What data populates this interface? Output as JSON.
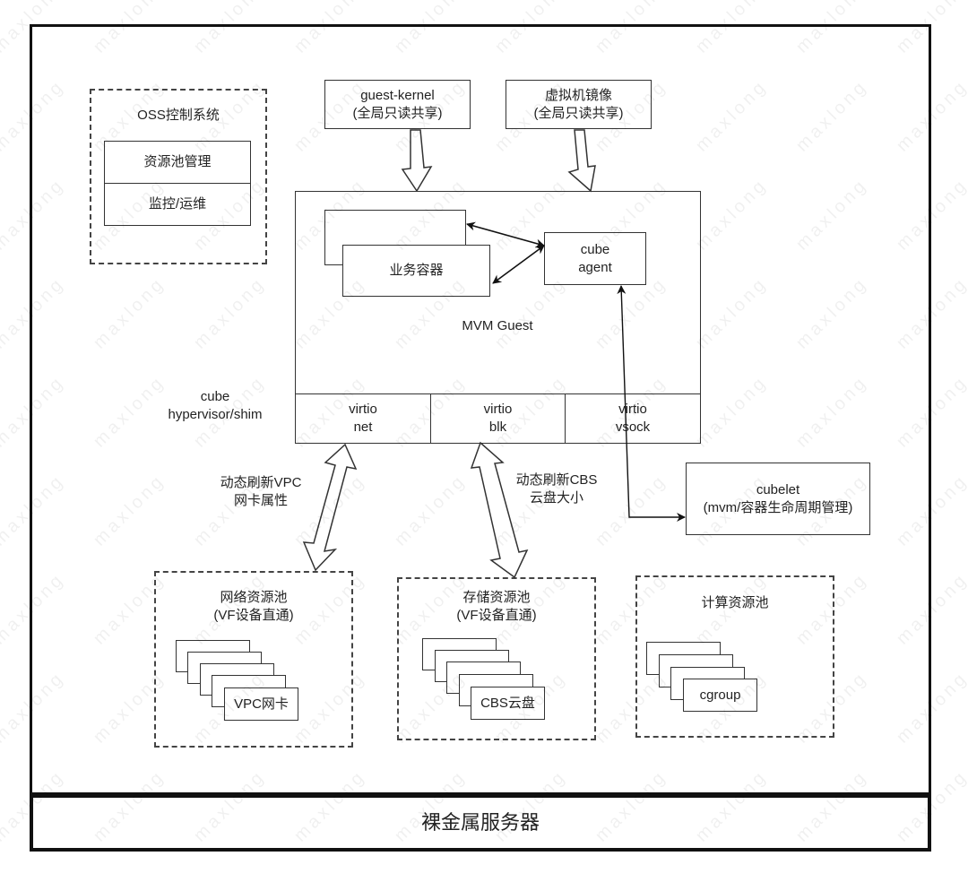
{
  "watermark": "maxlong",
  "oss": {
    "title": "OSS控制系统",
    "items": [
      "资源池管理",
      "监控/运维"
    ]
  },
  "guest_kernel": {
    "line1": "guest-kernel",
    "line2": "(全局只读共享)"
  },
  "vm_image": {
    "line1": "虚拟机镜像",
    "line2": "(全局只读共享)"
  },
  "mvm": {
    "business_container": "业务容器",
    "agent": {
      "line1": "cube",
      "line2": "agent"
    },
    "guest_label": "MVM Guest",
    "virtio": [
      {
        "line1": "virtio",
        "line2": "net"
      },
      {
        "line1": "virtio",
        "line2": "blk"
      },
      {
        "line1": "virtio",
        "line2": "vsock"
      }
    ]
  },
  "hypervisor": {
    "line1": "cube",
    "line2": "hypervisor/shim"
  },
  "net_refresh": {
    "line1": "动态刷新VPC",
    "line2": "网卡属性"
  },
  "cbs_refresh": {
    "line1": "动态刷新CBS",
    "line2": "云盘大小"
  },
  "cubelet": {
    "line1": "cubelet",
    "line2": "(mvm/容器生命周期管理)"
  },
  "pools": {
    "network": {
      "line1": "网络资源池",
      "line2": "(VF设备直通)",
      "item": "VPC网卡"
    },
    "storage": {
      "line1": "存储资源池",
      "line2": "(VF设备直通)",
      "item": "CBS云盘"
    },
    "compute": {
      "line1": "计算资源池",
      "item": "cgroup"
    }
  },
  "bare_metal": "裸金属服务器"
}
